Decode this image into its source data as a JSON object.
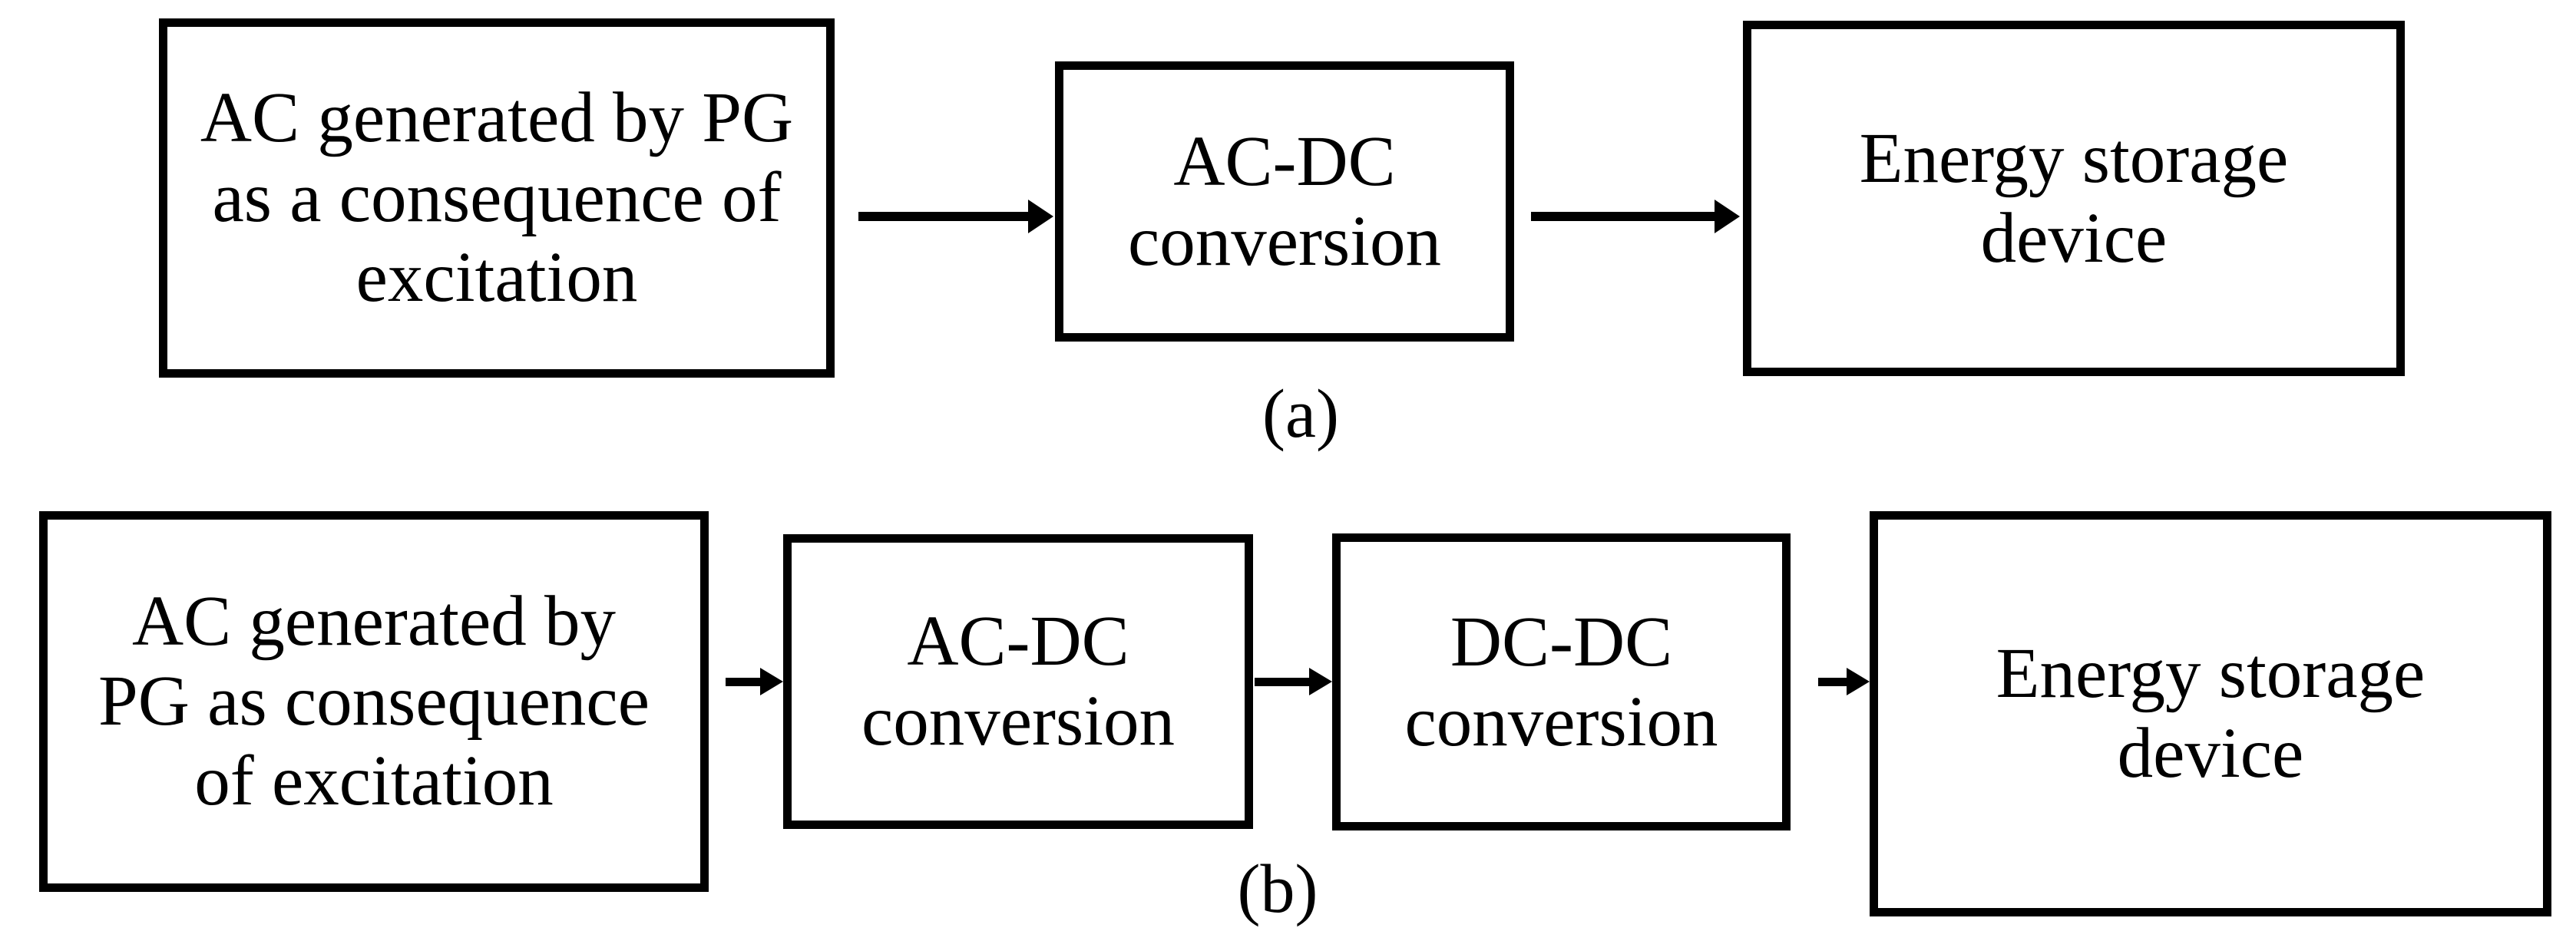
{
  "colors": {
    "background": "#ffffff",
    "line": "#000000",
    "text": "#000000"
  },
  "diagram_a": {
    "caption": "(a)",
    "source_box": {
      "line1": "AC generated by PG",
      "line2": "as a consequence of",
      "line3": "excitation"
    },
    "acdc_box": {
      "line1": "AC-DC",
      "line2": "conversion"
    },
    "storage_box": {
      "line1": "Energy storage",
      "line2": "device"
    }
  },
  "diagram_b": {
    "caption": "(b)",
    "source_box": {
      "line1": "AC generated by",
      "line2": "PG as consequence",
      "line3": "of excitation"
    },
    "acdc_box": {
      "line1": "AC-DC",
      "line2": "conversion"
    },
    "dcdc_box": {
      "line1": "DC-DC",
      "line2": "conversion"
    },
    "storage_box": {
      "line1": "Energy storage",
      "line2": "device"
    }
  }
}
